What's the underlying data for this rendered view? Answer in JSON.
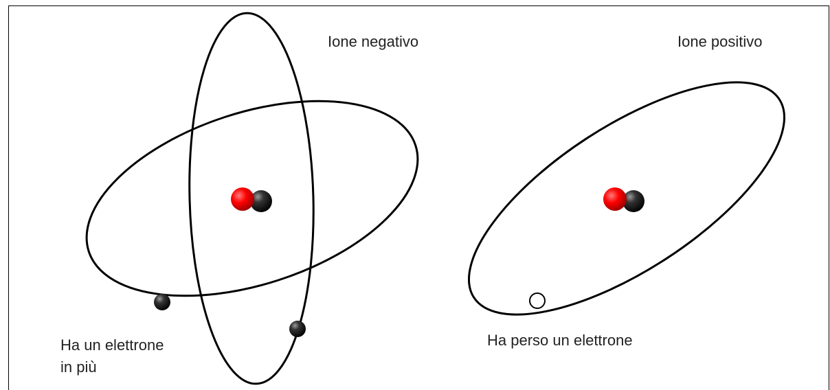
{
  "negative_ion": {
    "title": "Ione negativo",
    "caption_line1": "Ha un elettrone",
    "caption_line2": "in più"
  },
  "positive_ion": {
    "title": "Ione positivo",
    "caption": "Ha perso un elettrone"
  },
  "colors": {
    "proton": "#e00000",
    "neutron": "#111111",
    "electron": "#111111",
    "missing_electron": "#ffffff",
    "orbit": "#000000"
  }
}
